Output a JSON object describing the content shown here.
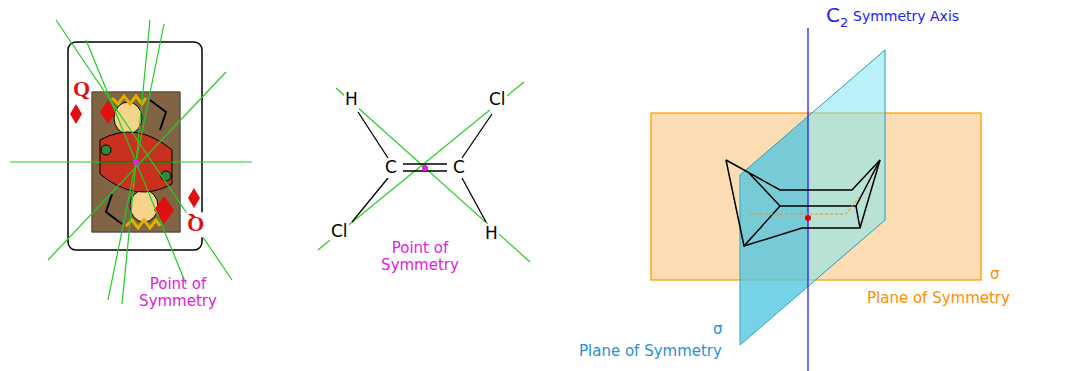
{
  "diagram": {
    "labels": [
      "Q",
      "Q",
      "Point of Symmetry",
      "H",
      "Cl",
      "C",
      "C",
      "Cl",
      "H",
      "Point of Symmetry",
      "C",
      "2",
      "Symmetry Axis",
      "σ",
      "Plane of Symmetry",
      "σ",
      "Plane of Symmetry"
    ]
  }
}
